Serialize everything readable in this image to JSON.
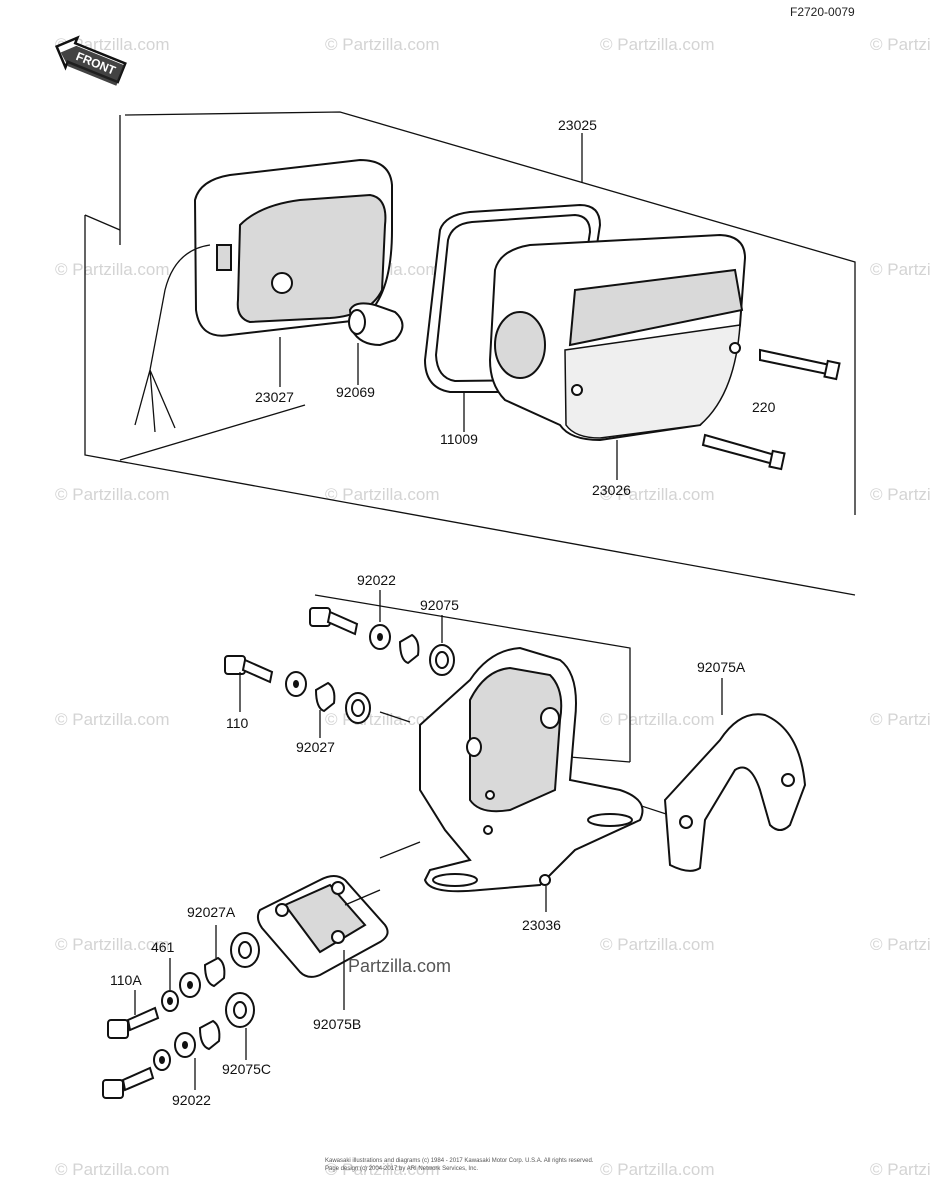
{
  "diagram_code": "F2720-0079",
  "front_arrow_label": "FRONT",
  "watermark": "© Partzilla.com",
  "inline_watermark": "Partzilla.com",
  "footer_lines": [
    "Kawasaki illustrations and diagrams (c) 1984 - 2017 Kawasaki Motor Corp. U.S.A. All rights reserved.",
    "Page design (c) 2004-2017 by ARI Network Services, Inc."
  ],
  "parts": {
    "p23025": "23025",
    "p23027": "23027",
    "p92069": "92069",
    "p11009": "11009",
    "p220": "220",
    "p23026": "23026",
    "p92022_top": "92022",
    "p92075": "92075",
    "p110": "110",
    "p92027": "92027",
    "p92075A": "92075A",
    "p23036": "23036",
    "p92027A": "92027A",
    "p461": "461",
    "p110A": "110A",
    "p92075B": "92075B",
    "p92075C": "92075C",
    "p92022_bottom": "92022"
  }
}
